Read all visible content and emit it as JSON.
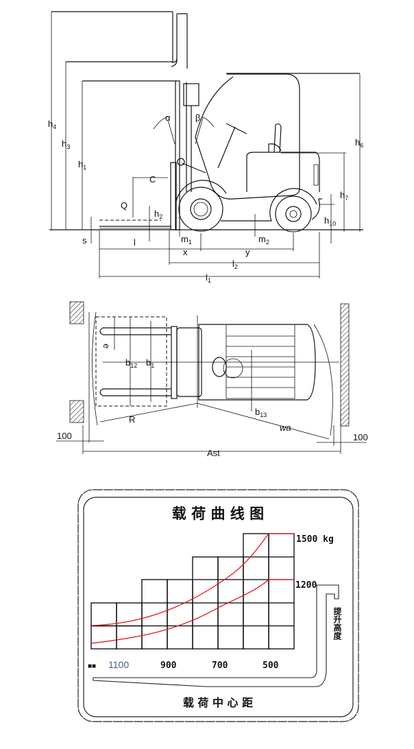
{
  "side_view": {
    "labels": {
      "h4": "h",
      "h4_sub": "4",
      "h3": "h",
      "h3_sub": "3",
      "h1": "h",
      "h1_sub": "1",
      "h2": "h",
      "h2_sub": "2",
      "h6": "h",
      "h6_sub": "6",
      "h7": "h",
      "h7_sub": "7",
      "h10": "h",
      "h10_sub": "10",
      "alpha": "α",
      "beta": "β",
      "C": "C",
      "Q": "Q",
      "s": "s",
      "l": "l",
      "m1": "m",
      "m1_sub": "1",
      "m2": "m",
      "m2_sub": "2",
      "x": "x",
      "y": "y",
      "l2": "l",
      "l2_sub": "2",
      "l1": "l",
      "l1_sub": "1"
    }
  },
  "top_view": {
    "labels": {
      "e": "e",
      "b12": "b",
      "b12_sub": "12",
      "b1": "b",
      "b1_sub": "1",
      "b13": "b",
      "b13_sub": "13",
      "R": "R",
      "wa": "wa",
      "clear_left": "100",
      "clear_right": "100",
      "Ast": "Ast"
    }
  },
  "load_chart": {
    "title": "载 荷 曲 线 图",
    "capacity_high": "1500 kg",
    "capacity_low": "1200",
    "load_centers": [
      "1100",
      "900",
      "700",
      "500"
    ],
    "legend_marker": "■■",
    "vertical_label": "提升高度",
    "footer": "载 荷 中 心 距",
    "curve_color": "#e8141b"
  }
}
